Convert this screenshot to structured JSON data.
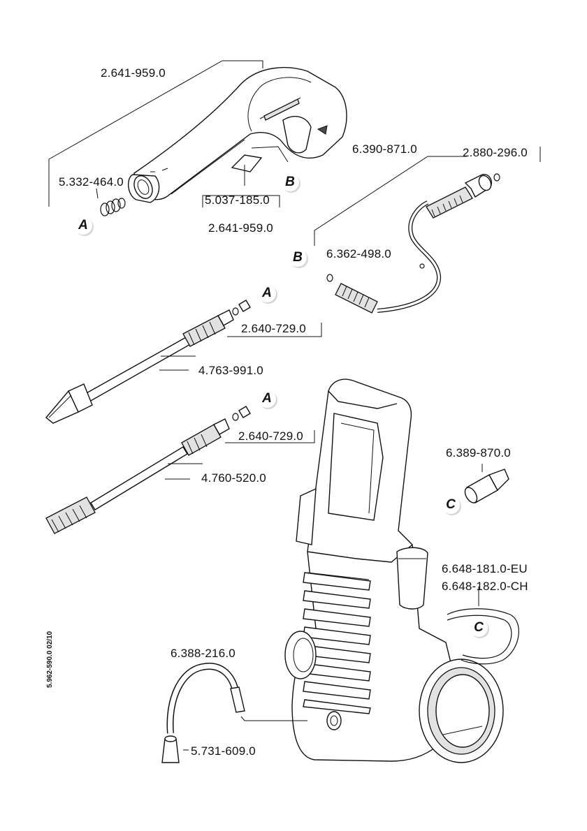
{
  "document": {
    "doc_number": "5.962-590.0  02/10"
  },
  "parts": {
    "gun_assembly": "2.641-959.0",
    "gun_oring": "5.332-464.0",
    "gun_clip": "5.037-185.0",
    "gun_kit": "2.641-959.0",
    "hose": "6.390-871.0",
    "hose_oring": "2.880-296.0",
    "hose_end_oring": "6.362-498.0",
    "lance_1_fitting": "2.640-729.0",
    "lance_1": "4.763-991.0",
    "lance_2_fitting": "2.640-729.0",
    "lance_2": "4.760-520.0",
    "garden_coupling": "6.389-870.0",
    "supply_hose_eu": "6.648-181.0-EU",
    "supply_hose_ch": "6.648-182.0-CH",
    "suction_hose": "6.388-216.0",
    "filter": "5.731-609.0"
  },
  "callouts": {
    "a_gun": "A",
    "b_gun": "B",
    "b_hose": "B",
    "a_lance_1": "A",
    "a_lance_2": "A",
    "c_coupling": "C",
    "c_hose": "C"
  }
}
